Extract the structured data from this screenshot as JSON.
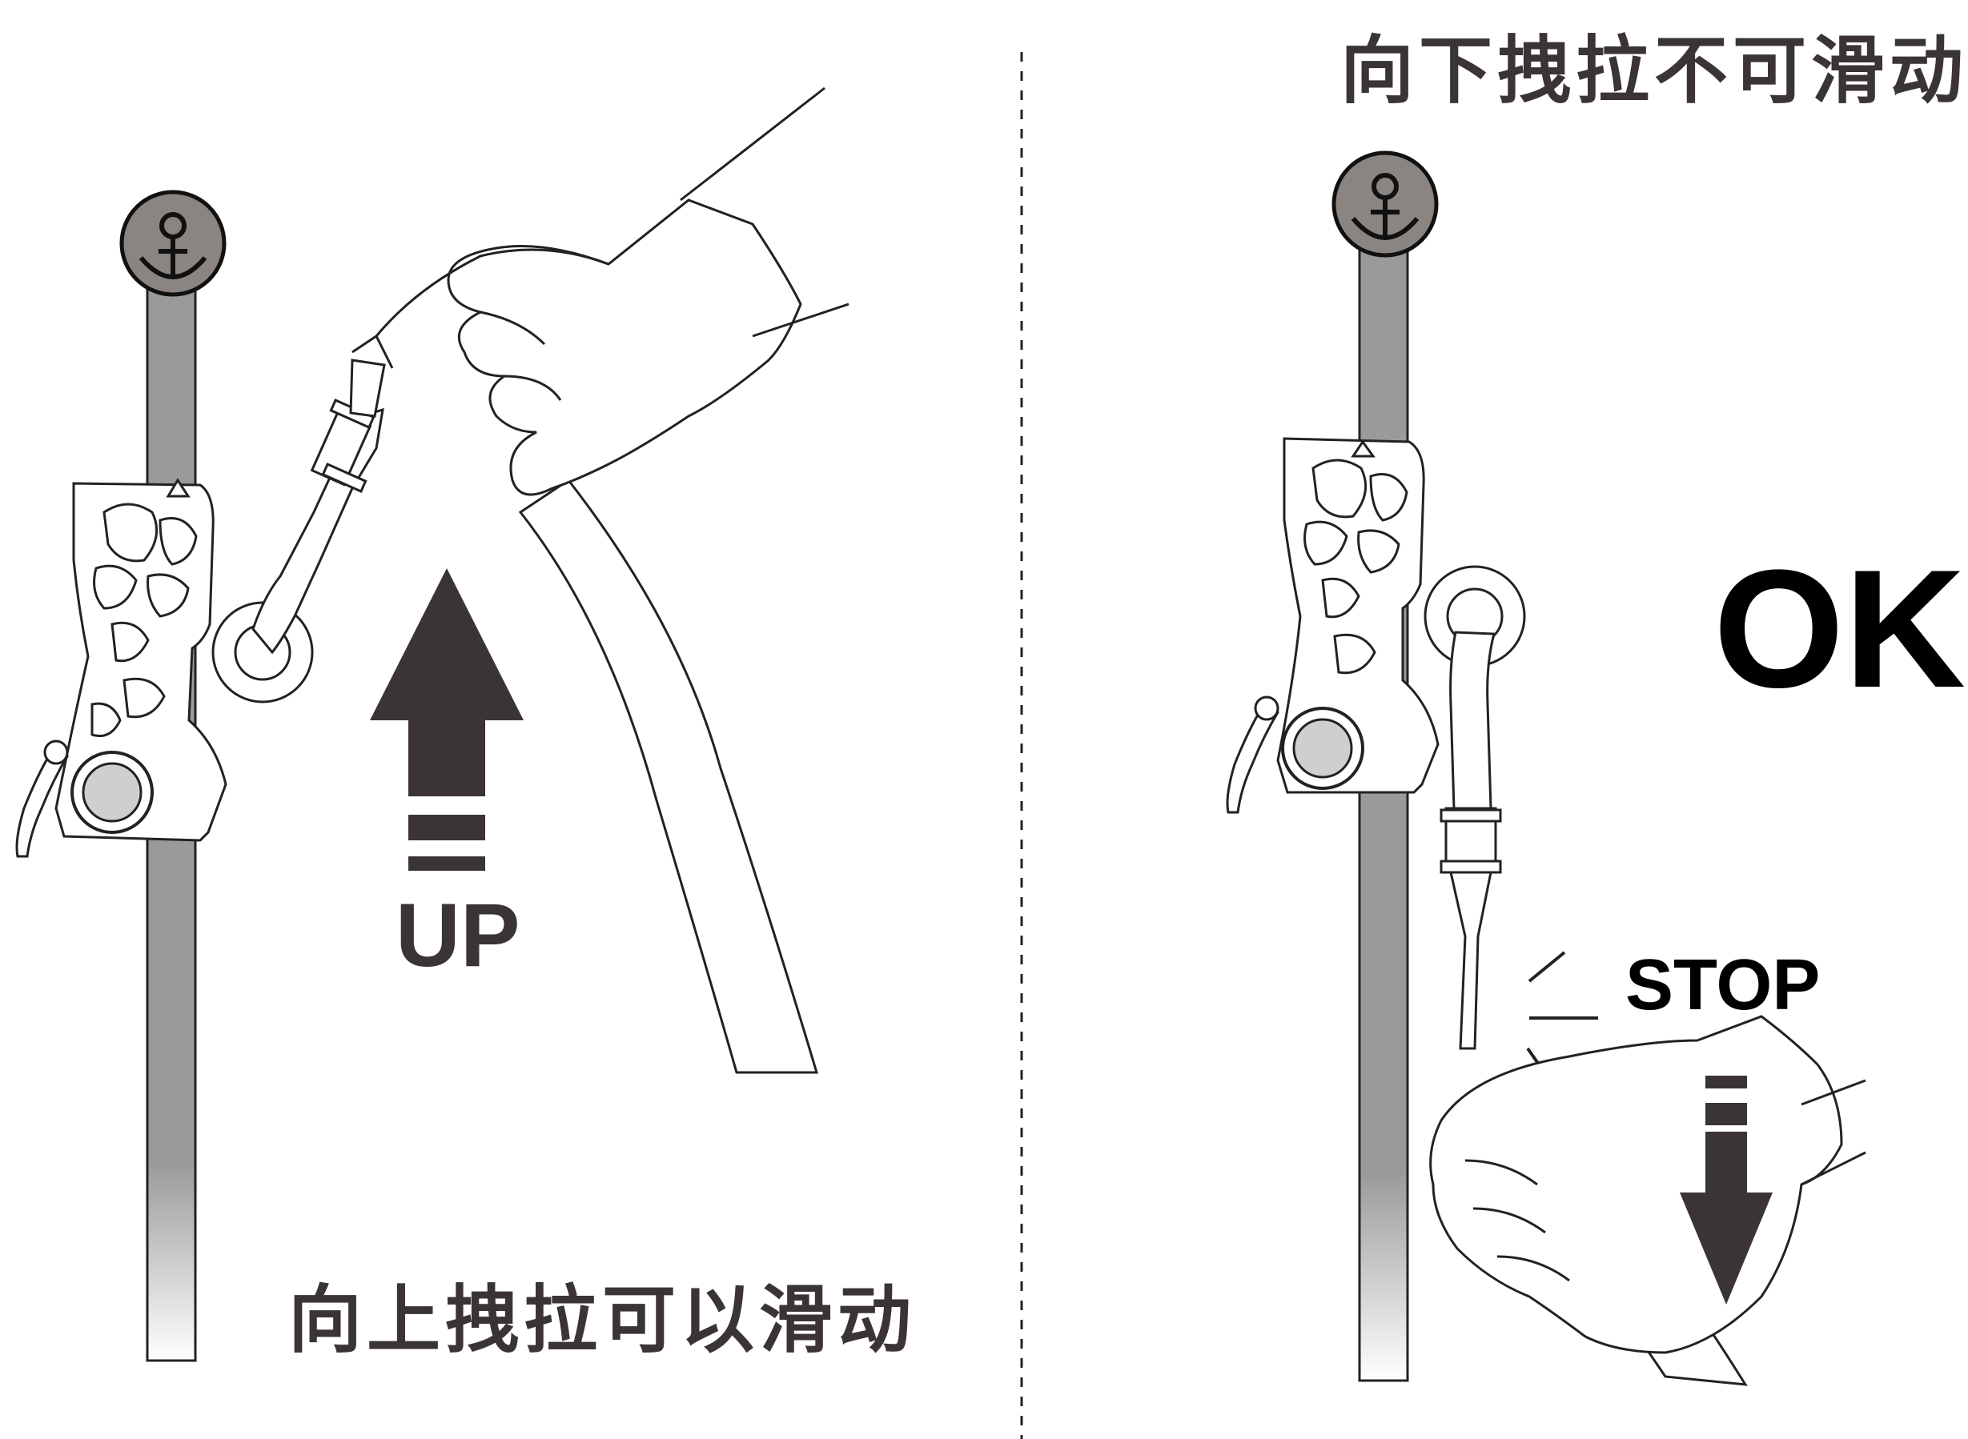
{
  "left_panel": {
    "caption": "向上拽拉可以滑动",
    "arrow_label": "UP"
  },
  "right_panel": {
    "caption": "向下拽拉不可滑动",
    "status": "OK",
    "stop_label": "STOP"
  },
  "colors": {
    "rope": "#9a9a9a",
    "anchor_disc": "#8b8582",
    "arrow": "#3b3434",
    "outline": "#222222"
  },
  "icons": [
    "anchor-icon",
    "up-arrow-icon",
    "down-arrow-icon",
    "fall-arrester-icon",
    "hand-icon",
    "carabiner-icon"
  ]
}
